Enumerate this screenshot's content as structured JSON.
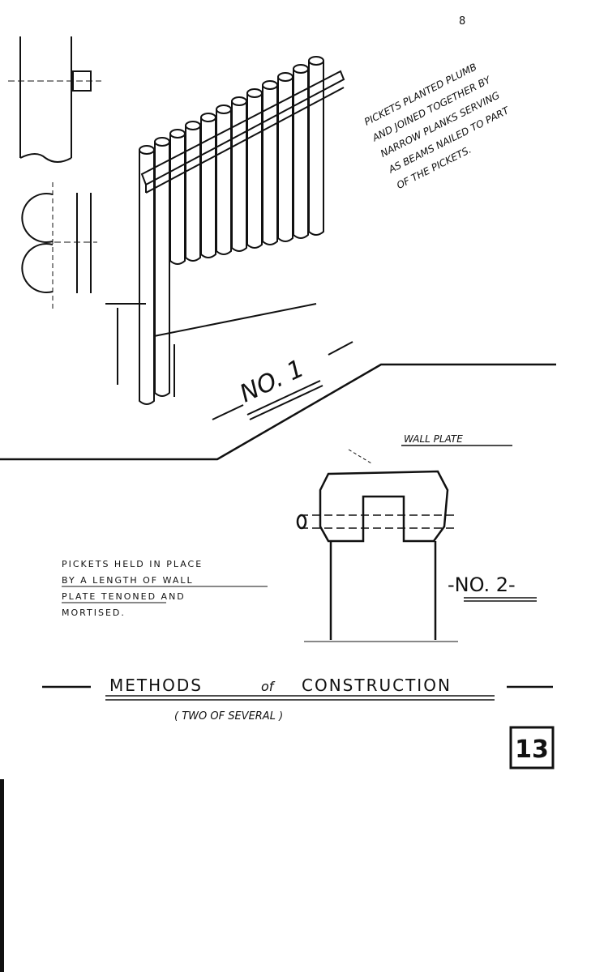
{
  "page_number": "8",
  "method_1": {
    "label": "NO. 1",
    "note_lines": [
      "PICKETS PLANTED PLUMB",
      "AND JOINED TOGETHER BY",
      "NARROW PLANKS SERVING",
      "AS BEAMS NAILED TO PART",
      "OF THE PICKETS."
    ]
  },
  "method_2": {
    "label": "-NO. 2-",
    "callout": "WALL PLATE",
    "note_lines": [
      "PICKETS HELD IN PLACE",
      "BY A LENGTH OF WALL",
      "PLATE TENONED AND",
      "MORTISED."
    ]
  },
  "title": {
    "part1": "METHODS",
    "connector": "of",
    "part2": "CONSTRUCTION",
    "subtitle": "( TWO OF SEVERAL )"
  },
  "plate_number": "13"
}
